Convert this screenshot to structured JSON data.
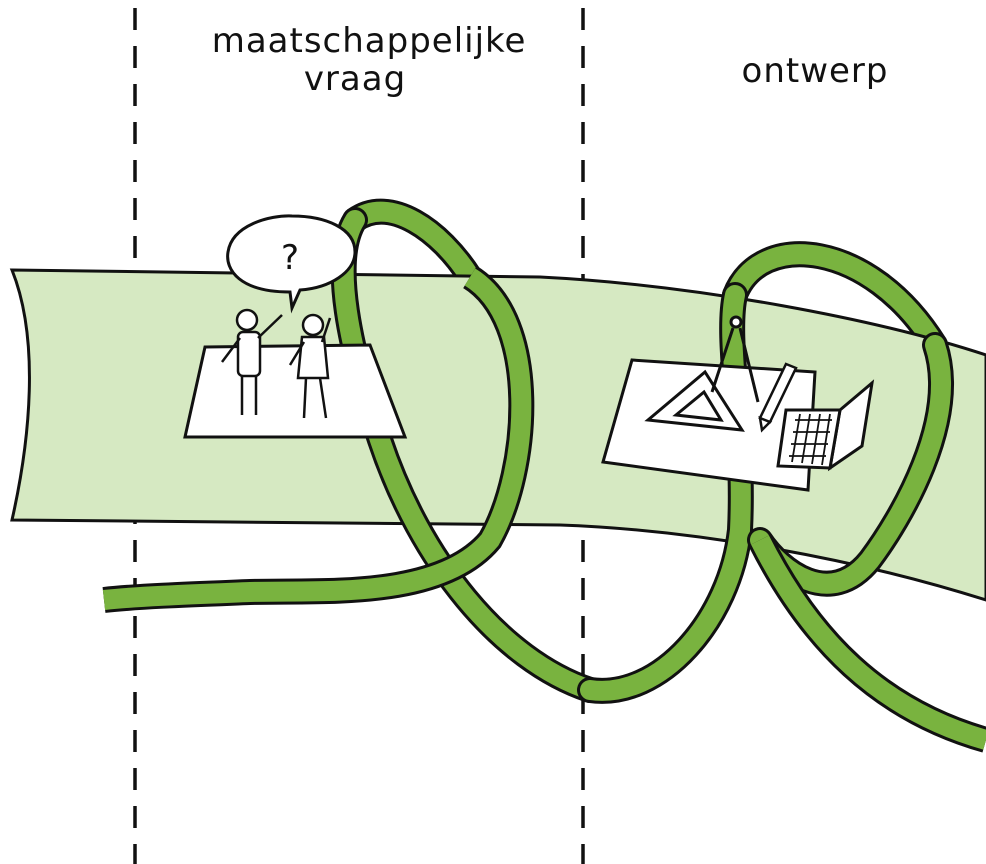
{
  "sections": [
    {
      "lines": [
        "maatschappelijke",
        "vraag"
      ]
    },
    {
      "lines": [
        "ontwerp"
      ]
    }
  ],
  "bubble": {
    "symbol": "?"
  },
  "colors": {
    "band_fill": "#d6e9c2",
    "ribbon": "#79b33f",
    "ink": "#111111",
    "paper": "#ffffff"
  }
}
